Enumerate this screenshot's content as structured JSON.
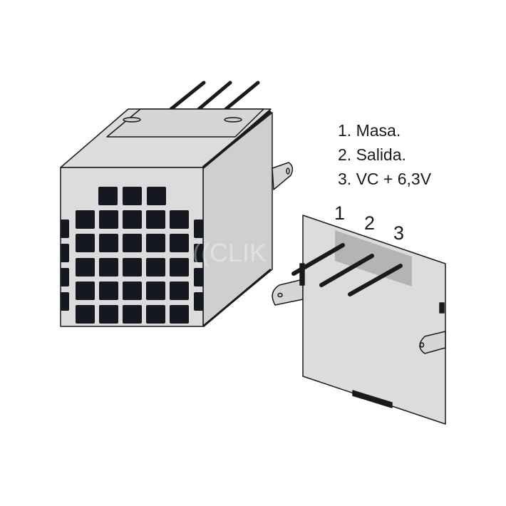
{
  "legend": {
    "items": [
      "1. Masa.",
      "2. Salida.",
      "3. VC + 6,3V"
    ]
  },
  "pin_numbers": [
    "1",
    "2",
    "3"
  ],
  "watermark": "CLIK",
  "colors": {
    "body": "#dcdcdc",
    "side": "#c9c9c9",
    "shade": "#b4b4b4",
    "ink": "#1a1a1a"
  }
}
